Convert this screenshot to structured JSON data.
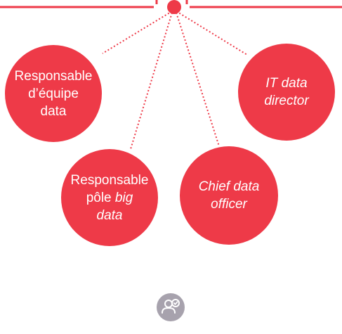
{
  "nodes": [
    {
      "lines": [
        [
          {
            "t": "Responsable",
            "i": false
          }
        ],
        [
          {
            "t": "d’équipe",
            "i": false
          }
        ],
        [
          {
            "t": "data",
            "i": false
          }
        ]
      ]
    },
    {
      "lines": [
        [
          {
            "t": "IT data",
            "i": true
          }
        ],
        [
          {
            "t": "director",
            "i": true
          }
        ]
      ]
    },
    {
      "lines": [
        [
          {
            "t": "Responsable",
            "i": false
          }
        ],
        [
          {
            "t": "pôle ",
            "i": false
          },
          {
            "t": "big",
            "i": true
          }
        ],
        [
          {
            "t": "data",
            "i": true
          }
        ]
      ]
    },
    {
      "lines": [
        [
          {
            "t": "Chief data",
            "i": true
          }
        ],
        [
          {
            "t": "officer",
            "i": true
          }
        ]
      ]
    }
  ],
  "icon": "user-check-icon",
  "colors": {
    "accent": "#ee3a48",
    "icon_bg": "#a7a2ad"
  }
}
